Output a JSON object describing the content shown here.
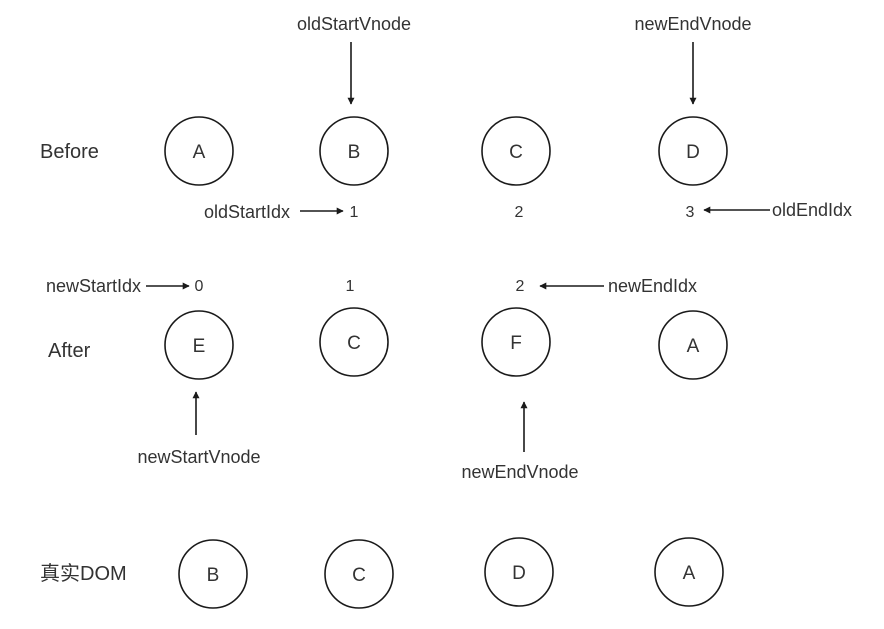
{
  "rows": {
    "before_label": "Before",
    "after_label": "After",
    "dom_label": "真实DOM"
  },
  "before": {
    "nodes": [
      "A",
      "B",
      "C",
      "D"
    ],
    "indices": [
      "1",
      "2",
      "3"
    ]
  },
  "after": {
    "nodes": [
      "E",
      "C",
      "F",
      "A"
    ],
    "indices": [
      "0",
      "1",
      "2"
    ]
  },
  "dom": {
    "nodes": [
      "B",
      "C",
      "D",
      "A"
    ]
  },
  "pointers": {
    "old_start_vnode": "oldStartVnode",
    "new_end_vnode_top": "newEndVnode",
    "old_start_idx": "oldStartIdx",
    "old_end_idx": "oldEndIdx",
    "new_start_idx": "newStartIdx",
    "new_end_idx": "newEndIdx",
    "new_start_vnode": "newStartVnode",
    "new_end_vnode_bottom": "newEndVnode"
  }
}
